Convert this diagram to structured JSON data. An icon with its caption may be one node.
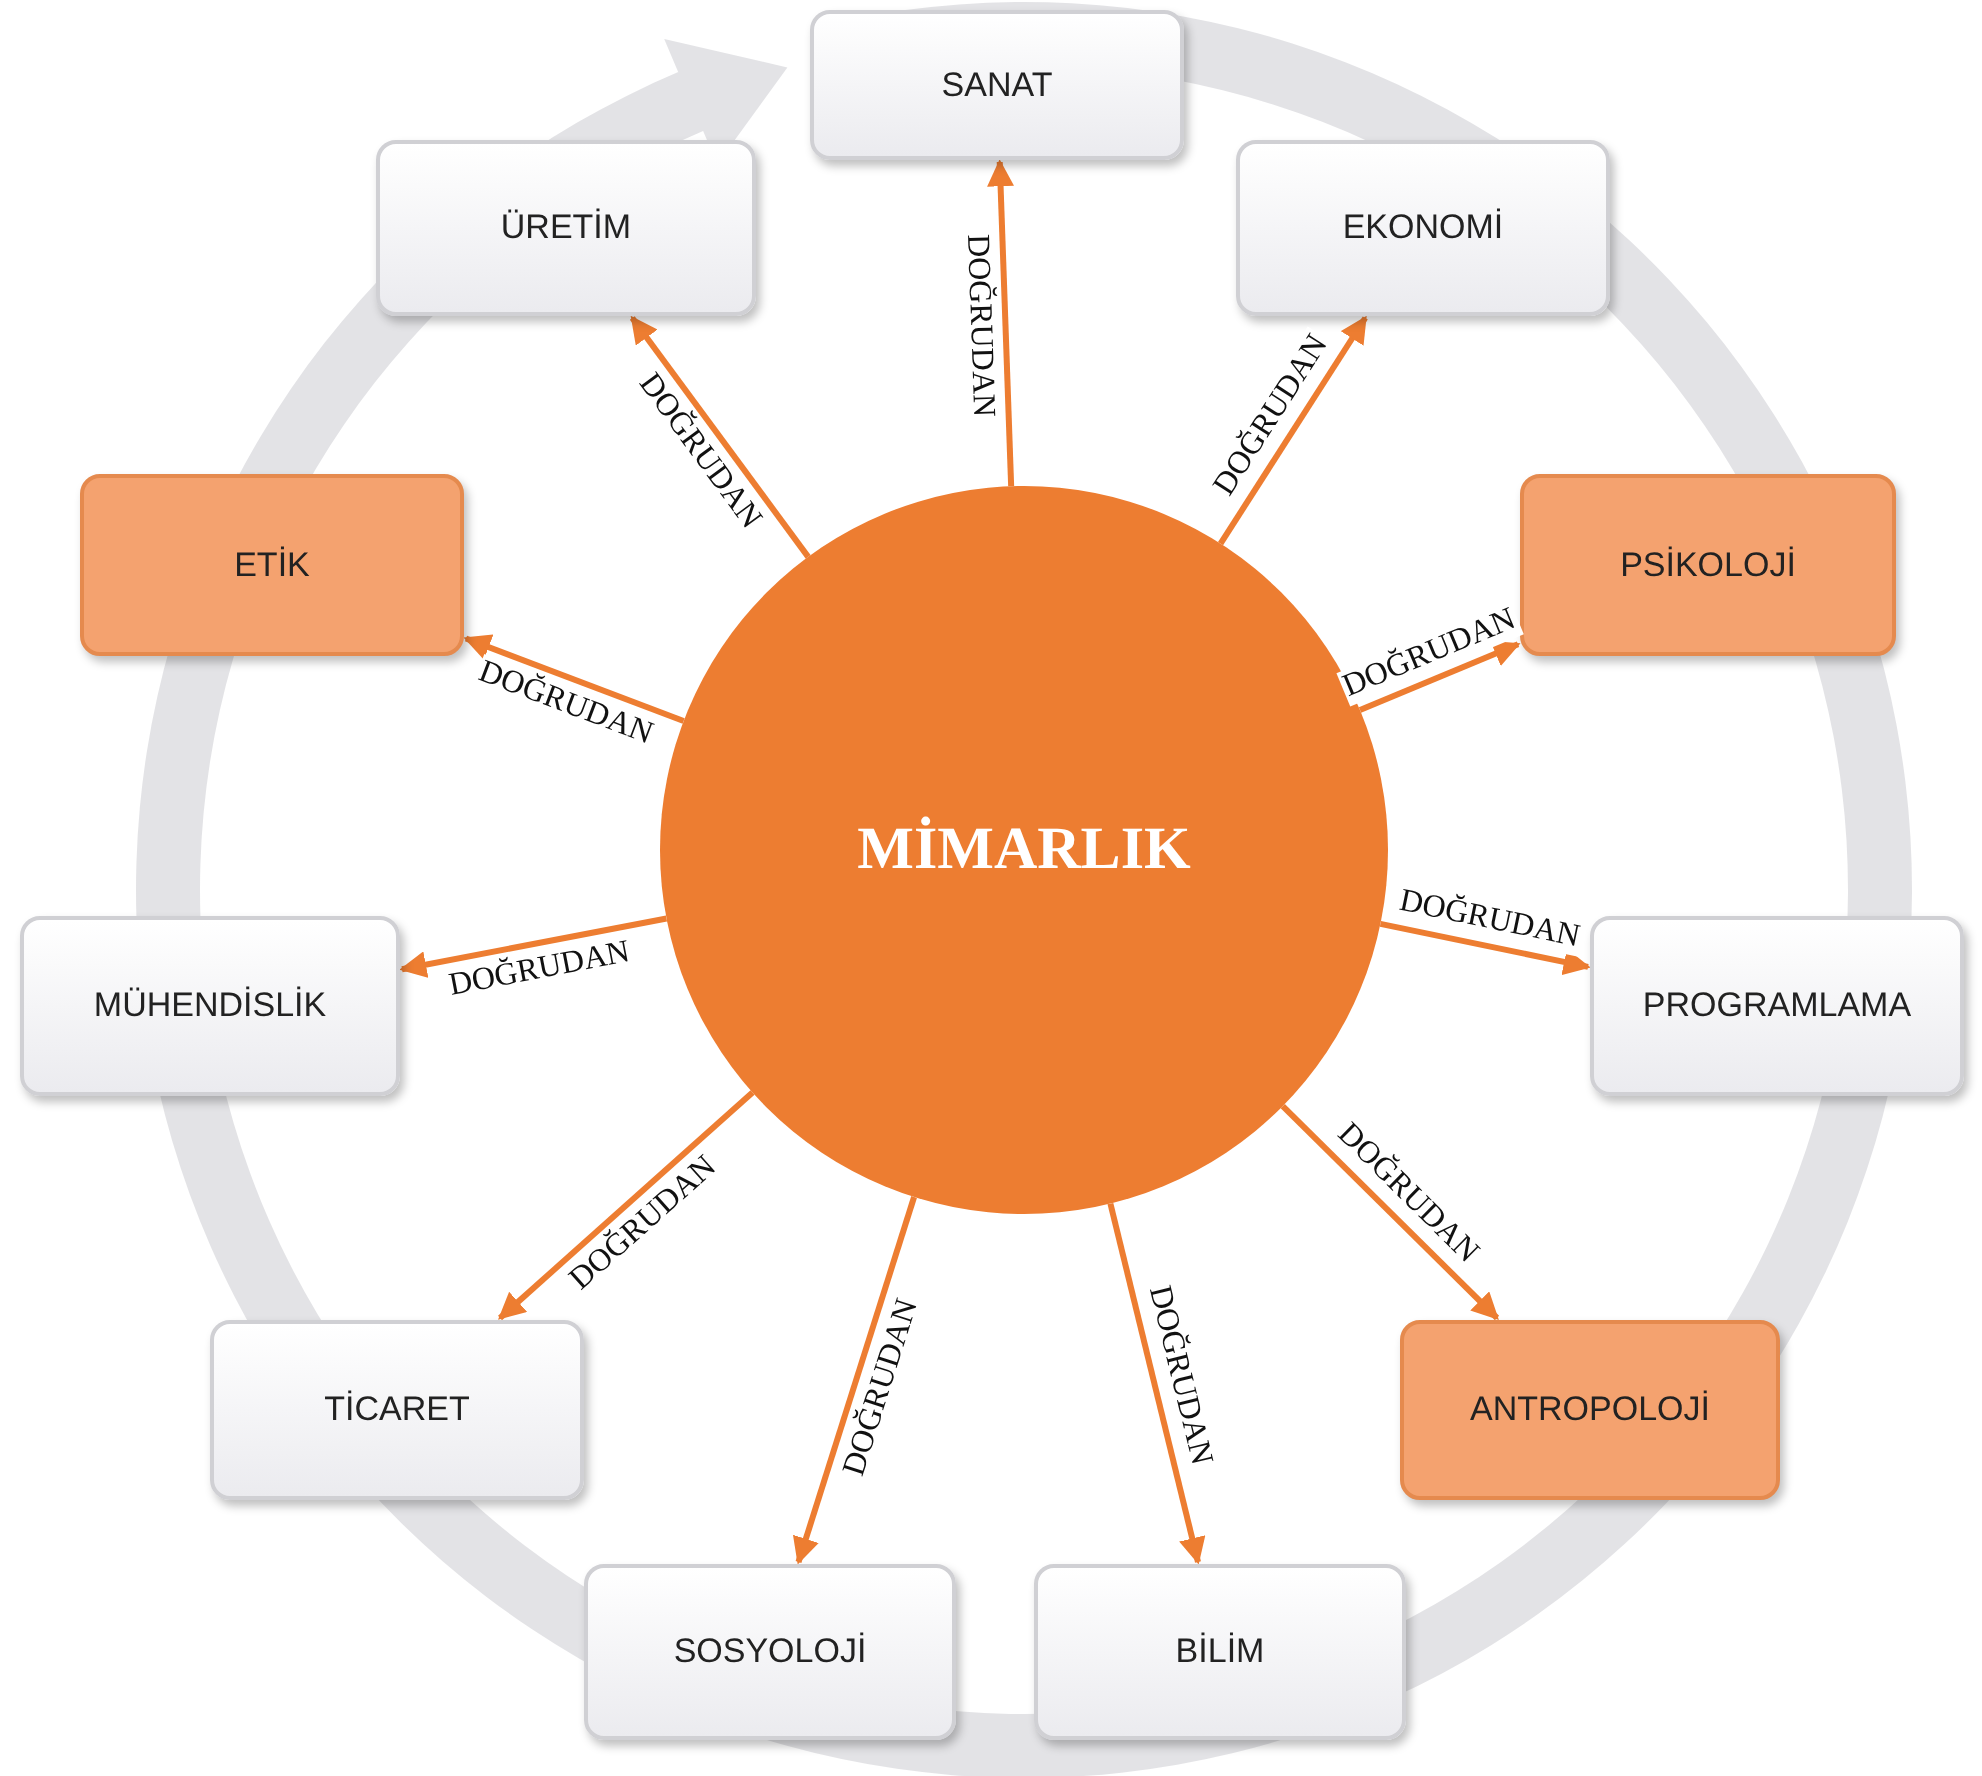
{
  "diagram": {
    "nodes": [
      {
        "text": [
          "MİMARLIK"
        ]
      },
      {
        "text": [
          "SANAT"
        ]
      },
      {
        "text": [
          "EKONOMİ"
        ]
      },
      {
        "text": [
          "PSİKOLOJİ"
        ]
      },
      {
        "text": [
          "PROGRAMLAMA"
        ]
      },
      {
        "text": [
          "ANTROPOLOJİ"
        ]
      },
      {
        "text": [
          "BİLİM"
        ]
      },
      {
        "text": [
          "SOSYOLOJİ"
        ]
      },
      {
        "text": [
          "TİCARET"
        ]
      },
      {
        "text": [
          "MÜHENDİSLİK"
        ]
      },
      {
        "text": [
          "ETİK"
        ]
      },
      {
        "text": [
          "ÜRETİM"
        ]
      }
    ],
    "edges": [
      {
        "from": 0,
        "to": 1,
        "arrow": "to",
        "label": "DOĞRUDAN"
      },
      {
        "from": 0,
        "to": 2,
        "arrow": "to",
        "label": "DOĞRUDAN"
      },
      {
        "from": 0,
        "to": 3,
        "arrow": "to",
        "label": "DOĞRUDAN"
      },
      {
        "from": 0,
        "to": 4,
        "arrow": "to",
        "label": "DOĞRUDAN"
      },
      {
        "from": 0,
        "to": 5,
        "arrow": "to",
        "label": "DOĞRUDAN"
      },
      {
        "from": 0,
        "to": 6,
        "arrow": "to",
        "label": "DOĞRUDAN"
      },
      {
        "from": 0,
        "to": 7,
        "arrow": "to",
        "label": "DOĞRUDAN"
      },
      {
        "from": 0,
        "to": 8,
        "arrow": "to",
        "label": "DOĞRUDAN"
      },
      {
        "from": 0,
        "to": 9,
        "arrow": "to",
        "label": "DOĞRUDAN"
      },
      {
        "from": 0,
        "to": 10,
        "arrow": "to",
        "label": "DOĞRUDAN"
      },
      {
        "from": 0,
        "to": 11,
        "arrow": "to",
        "label": "DOĞRUDAN"
      }
    ]
  }
}
